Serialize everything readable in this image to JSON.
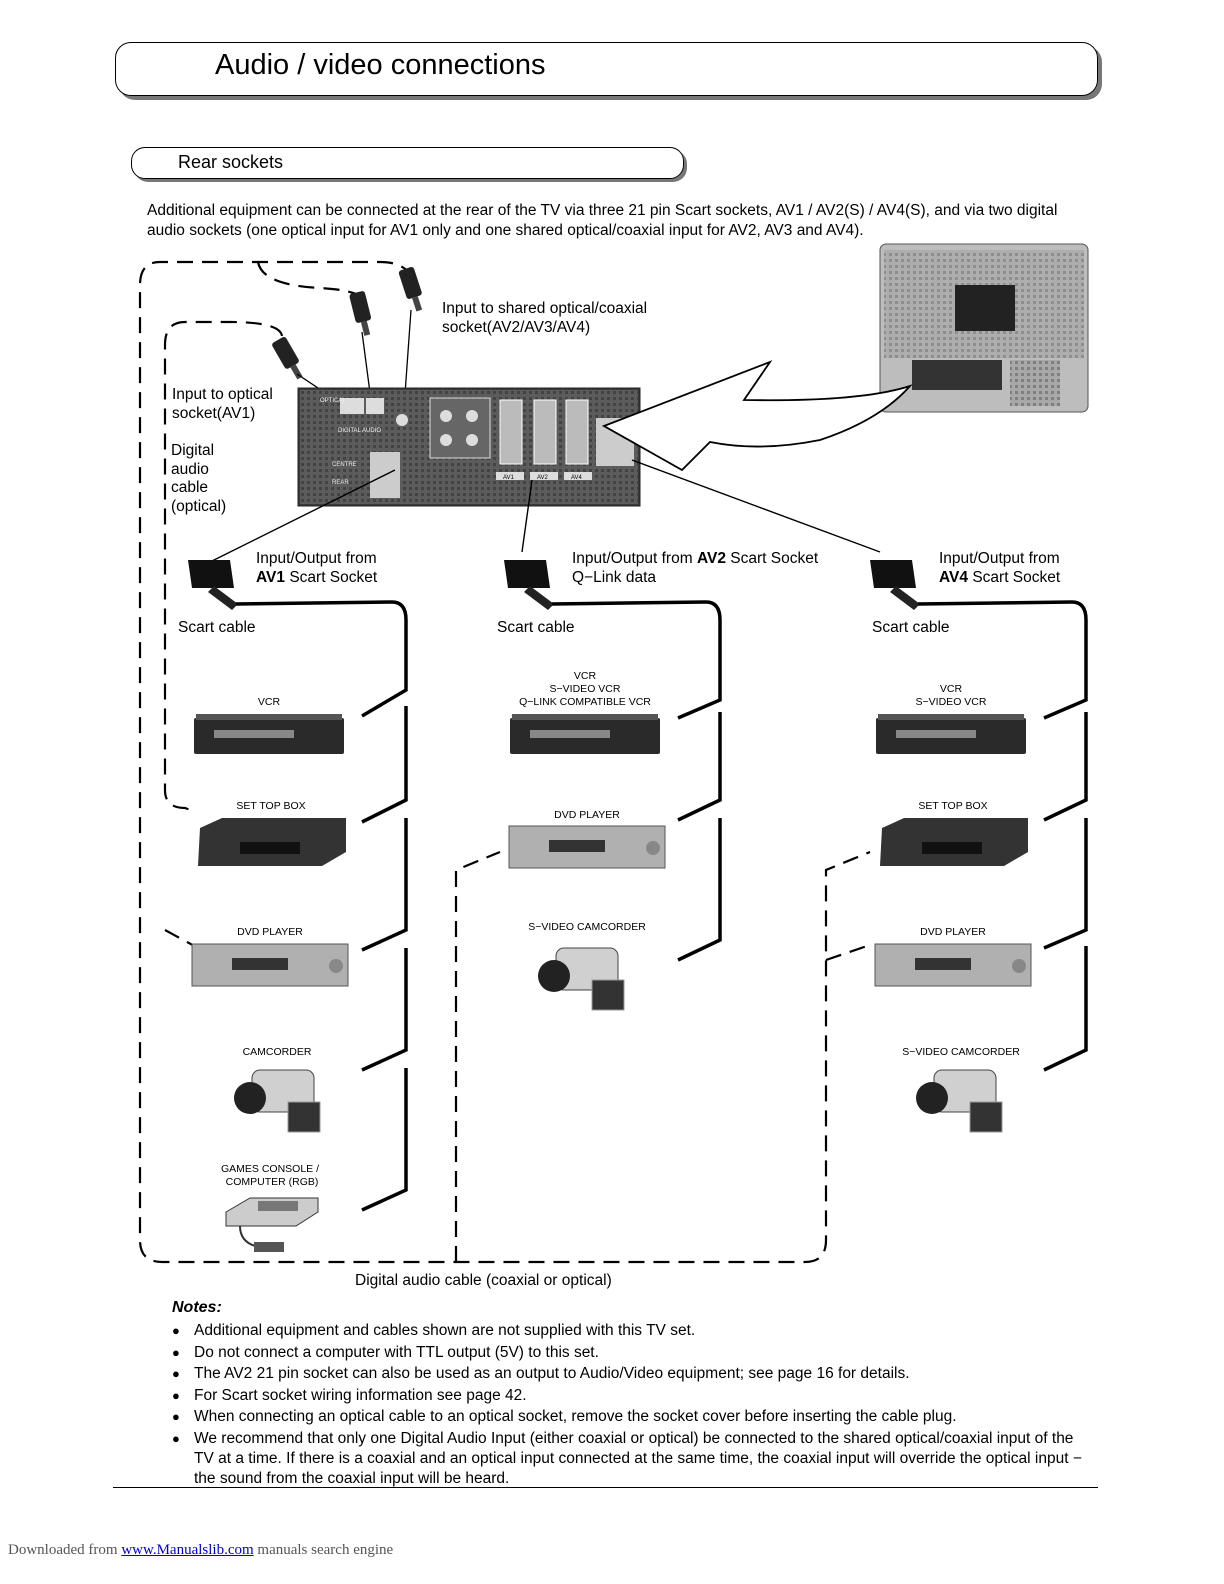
{
  "page_title": "Audio / video connections",
  "section_title": "Rear sockets",
  "intro": "Additional equipment can be connected at the rear of the TV via three 21 pin Scart sockets, AV1 / AV2(S) / AV4(S), and via two digital audio sockets (one optical input for AV1 only and one shared optical/coaxial input for AV2, AV3 and AV4).",
  "labels": {
    "shared_input_line1": "Input to shared optical/coaxial",
    "shared_input_line2": "socket(AV2/AV3/AV4)",
    "optical_input_line1": "Input to  optical",
    "optical_input_line2": "socket(AV1)",
    "digital_cable_1": "Digital",
    "digital_cable_2": "audio",
    "digital_cable_3": "cable",
    "digital_cable_4": "(optical)",
    "av1_io_line1": "Input/Output from",
    "av1_bold": "AV1",
    "av1_rest": " Scart Socket",
    "av2_prefix": "Input/Output from ",
    "av2_bold": "AV2",
    "av2_rest": " Scart Socket",
    "av2_line2": "Q−Link data",
    "av4_io_line1": "Input/Output from",
    "av4_bold": "AV4",
    "av4_rest": " Scart Socket",
    "scart_cable": "Scart cable",
    "bottom_cable": "Digital audio cable (coaxial or optical)"
  },
  "devices": {
    "col1": {
      "vcr": "VCR",
      "stb": "SET TOP BOX",
      "dvd": "DVD PLAYER",
      "camcorder": "CAMCORDER",
      "games_1": "GAMES CONSOLE /",
      "games_2": "COMPUTER (RGB)"
    },
    "col2": {
      "vcr_1": "VCR",
      "vcr_2": "S−VIDEO VCR",
      "vcr_3": "Q−LINK COMPATIBLE VCR",
      "dvd": "DVD PLAYER",
      "camcorder": "S−VIDEO CAMCORDER"
    },
    "col3": {
      "vcr_1": "VCR",
      "vcr_2": "S−VIDEO VCR",
      "stb": "SET TOP BOX",
      "dvd": "DVD PLAYER",
      "camcorder": "S−VIDEO CAMCORDER"
    }
  },
  "panel_labels": {
    "optical": "OPTICAL",
    "digital_audio": "DIGITAL AUDIO",
    "centre": "CENTRE",
    "rear": "REAR",
    "av1": "AV1",
    "av2": "AV2",
    "av4": "AV4"
  },
  "notes_title": "Notes:",
  "notes": [
    "Additional equipment and cables shown are not supplied with this TV set.",
    "Do not connect a computer with TTL output (5V) to this set.",
    "The AV2 21 pin socket can also be used as an output to Audio/Video equipment; see page 16 for details.",
    "For Scart socket wiring information see page 42.",
    "When connecting an optical cable to an optical socket, remove the socket cover before inserting the cable plug.",
    "We recommend that only one Digital Audio Input (either coaxial or optical) be connected to the shared optical/coaxial input of the TV at a time. If there is a coaxial and an optical input connected at the same time, the coaxial input will override the optical input − the sound from the coaxial input will be heard."
  ],
  "footer": {
    "prefix": "Downloaded from ",
    "link": "www.Manualslib.com",
    "suffix": "  manuals search engine"
  }
}
